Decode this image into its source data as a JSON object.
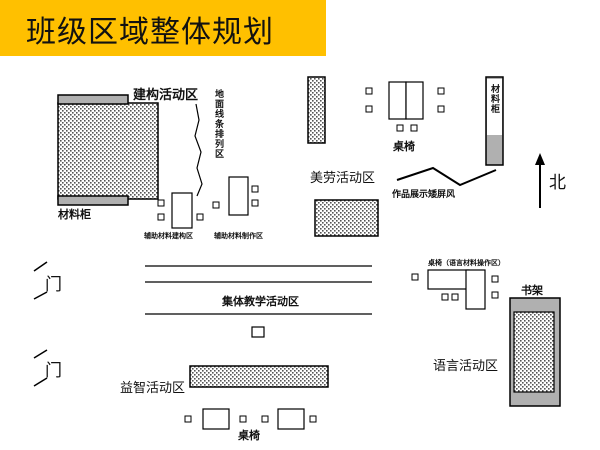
{
  "title": "班级区域整体规划",
  "labels": {
    "construction_area": "建构活动区",
    "ground_line_arrangement": "地面线条排列区",
    "material_cabinet_left": "材料柜",
    "material_cabinet_right": "材料柜",
    "aux_material_building": "辅助材料建构区",
    "aux_material_making": "辅助材料制作区",
    "art_area": "美劳活动区",
    "tables_chairs_top": "桌椅",
    "works_display_screen": "作品展示矮屏风",
    "north": "北",
    "door_upper": "门",
    "door_lower": "门",
    "group_teaching_area": "集体教学活动区",
    "table_language_materials": "桌椅（语言材料操作区）",
    "bookshelf": "书架",
    "language_area": "语言活动区",
    "puzzle_area": "益智活动区",
    "tables_chairs_bottom": "桌椅"
  },
  "colors": {
    "title_bar": "#ffc000",
    "line": "#000000",
    "cabinet_gray": "#b0b0b0"
  }
}
